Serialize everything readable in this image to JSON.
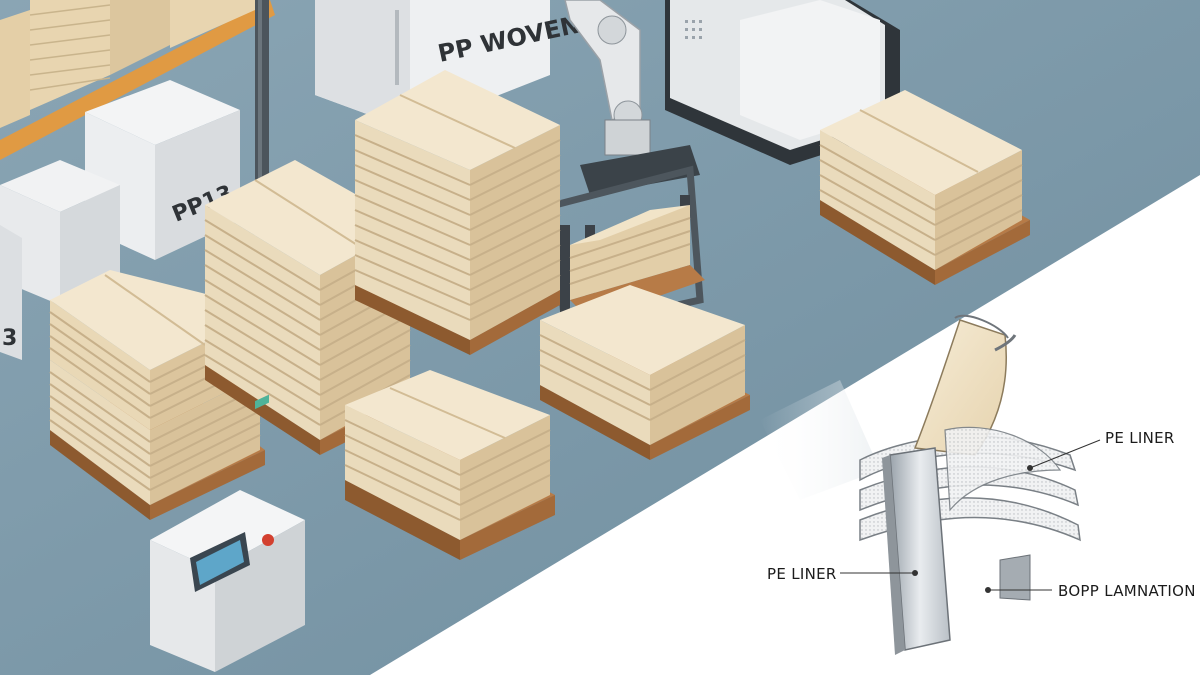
{
  "scene": {
    "machine_label": "PP WOVEN",
    "box_label": "PP13",
    "edge_label": "3"
  },
  "diagram": {
    "callouts": [
      {
        "id": "pe_liner_right",
        "text": "PE LINER"
      },
      {
        "id": "pe_liner_left",
        "text": "PE LINER"
      },
      {
        "id": "bopp",
        "text": "BOPP LAMNATION"
      }
    ]
  },
  "colors": {
    "floor": "#7f9bab",
    "bag": "#ecdcbf",
    "pallet": "#b77b47",
    "machine": "#e4e6e8",
    "rack": "#e09a43",
    "diagram_bg": "#ffffff"
  }
}
